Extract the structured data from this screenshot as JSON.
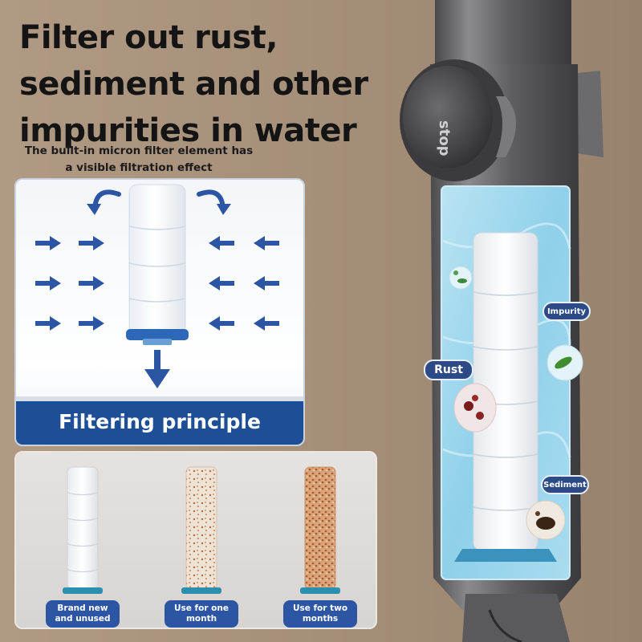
{
  "headline": {
    "line1": "Filter out rust,",
    "line2": "sediment and other",
    "line3": "impurities in water"
  },
  "subheadline": {
    "line1": "The built-in micron filter element has",
    "line2": "a visible filtration effect"
  },
  "principle_panel": {
    "title": "Filtering principle"
  },
  "stages": [
    {
      "label": "Brand new and unused"
    },
    {
      "label": "Use for one month"
    },
    {
      "label": "Use for two months"
    }
  ],
  "callouts": {
    "impurity": "Impurity",
    "rust": "Rust",
    "sediment": "Sediment"
  },
  "button": {
    "stop_label": "stop"
  },
  "colors": {
    "accent_blue": "#1e4f96",
    "arrow_blue": "#2c56a3",
    "water": "#8fd0ea"
  }
}
